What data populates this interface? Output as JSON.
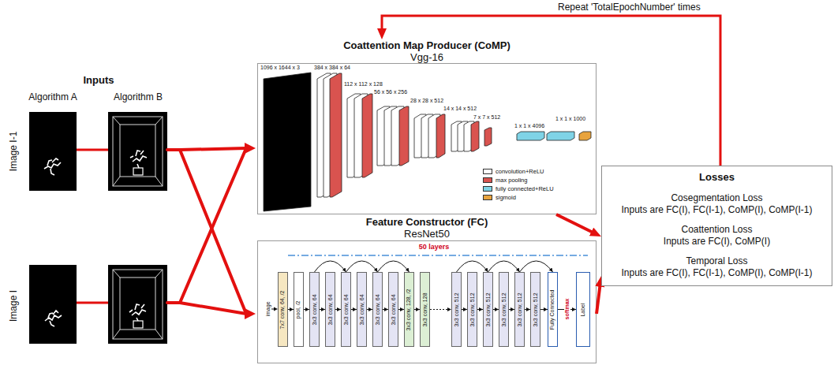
{
  "diagram": {
    "nodes": [
      {
        "text": [
          "Coattention Map Producer (CoMP)",
          "Vgg-16"
        ]
      },
      {
        "text": [
          "Feature Constructor (FC)",
          "ResNet50"
        ]
      },
      {
        "text": [
          "7x7 conv, 64, /2"
        ],
        "in": 1
      },
      {
        "text": [
          "pool, /2"
        ],
        "in": 1
      },
      {
        "text": [
          "3x3 conv, 64"
        ],
        "in": 1
      },
      {
        "text": [
          "3x3 conv, 64"
        ],
        "in": 1
      },
      {
        "text": [
          "3x3 conv, 64"
        ],
        "in": 1
      },
      {
        "text": [
          "3x3 conv, 64"
        ],
        "in": 1
      },
      {
        "text": [
          "3x3 conv, 64"
        ],
        "in": 1
      },
      {
        "text": [
          "3x3 conv, 64"
        ],
        "in": 1
      },
      {
        "text": [
          "3x3 conv, 128, /2"
        ],
        "in": 1
      },
      {
        "text": [
          "3x3 conv, 128"
        ],
        "in": 1
      },
      {
        "text": [
          "3x3 conv, 512"
        ],
        "in": 1
      },
      {
        "text": [
          "3x3 conv, 512"
        ],
        "in": 1
      },
      {
        "text": [
          "3x3 conv, 512"
        ],
        "in": 1
      },
      {
        "text": [
          "3x3 conv, 512"
        ],
        "in": 1
      },
      {
        "text": [
          "3x3 conv, 512"
        ],
        "in": 1
      },
      {
        "text": [
          "3x3 conv, 512"
        ],
        "in": 1
      },
      {
        "text": [
          "Fully Connected"
        ],
        "in": 1
      },
      {
        "text": [
          "Label"
        ],
        "in": 1
      },
      {
        "text": [
          "Losses",
          "Cosegmentation Loss",
          "Inputs are FC(I), FC(I-1), CoMP(I), CoMP(I-1)",
          "Coattention Loss",
          "Inputs are FC(I), CoMP(I)",
          "Temporal Loss",
          "Inputs are FC(I), FC(I-1), CoMP(I), CoMP(I-1)"
        ]
      }
    ],
    "edges": [
      {
        "from": 0,
        "to": 20,
        "arrow": "to"
      },
      {
        "from": 1,
        "to": 20,
        "arrow": "to"
      },
      {
        "from": 20,
        "to": 0,
        "arrow": "to",
        "label": "Repeat 'TotalEpochNumber' times"
      },
      {
        "from": 2,
        "to": 3,
        "arrow": "to"
      },
      {
        "from": 3,
        "to": 4,
        "arrow": "to"
      },
      {
        "from": 4,
        "to": 5,
        "arrow": "to"
      },
      {
        "from": 5,
        "to": 6,
        "arrow": "to"
      },
      {
        "from": 6,
        "to": 7,
        "arrow": "to"
      },
      {
        "from": 7,
        "to": 8,
        "arrow": "to"
      },
      {
        "from": 8,
        "to": 9,
        "arrow": "to"
      },
      {
        "from": 9,
        "to": 10,
        "arrow": "to"
      },
      {
        "from": 10,
        "to": 11,
        "arrow": "to"
      },
      {
        "from": 11,
        "to": 12,
        "arrow": "to"
      },
      {
        "from": 12,
        "to": 13,
        "arrow": "to"
      },
      {
        "from": 13,
        "to": 14,
        "arrow": "to"
      },
      {
        "from": 14,
        "to": 15,
        "arrow": "to"
      },
      {
        "from": 15,
        "to": 16,
        "arrow": "to"
      },
      {
        "from": 16,
        "to": 17,
        "arrow": "to"
      },
      {
        "from": 17,
        "to": 18,
        "arrow": "to"
      },
      {
        "from": 18,
        "to": 19,
        "arrow": "to"
      },
      {
        "from": 4,
        "to": 6,
        "arrow": "to"
      },
      {
        "from": 6,
        "to": 8,
        "arrow": "to"
      },
      {
        "from": 8,
        "to": 10,
        "arrow": "to"
      },
      {
        "from": 12,
        "to": 14,
        "arrow": "to"
      },
      {
        "from": 14,
        "to": 16,
        "arrow": "to"
      },
      {
        "from": 16,
        "to": 18,
        "arrow": "to"
      }
    ],
    "labels": [
      "Inputs",
      "Algorithm A",
      "Algorithm B",
      "Image I-1",
      "Image I",
      "1096 x 1644 x 3",
      "384 x 384 x 64",
      "112 x 112 x 128",
      "56 x 56 x 256",
      "28 x 28 x 512",
      "14 x 14 x 512",
      "7 x 7 x 512",
      "1 x 1 x 4096",
      "1 x 1 x 1000",
      "50 layers",
      "image",
      "softmax"
    ],
    "legend": [
      {
        "text": "convolution+ReLU",
        "color": "#ffffff"
      },
      {
        "text": "max pooling",
        "color": "#d9534f"
      },
      {
        "text": "fully connected+ReLU",
        "color": "#7fd3e6"
      },
      {
        "text": "sigmoid",
        "color": "#e8a33d"
      }
    ]
  }
}
